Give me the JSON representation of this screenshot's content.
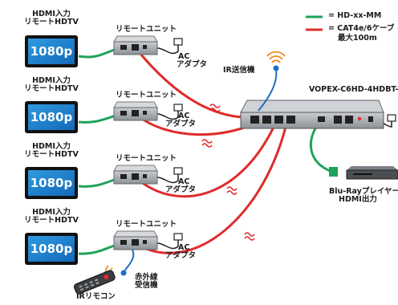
{
  "legend": {
    "green_label": "= HD-xx-MM",
    "red_label_line1": "= CAT4e/6ケーブ",
    "red_label_line2": "最大100m",
    "colors": {
      "green": "#1fa35a",
      "red": "#e02b2b"
    }
  },
  "tv": {
    "label_line1": "HDMI入力",
    "label_line2": "リモートHDTV",
    "resolution": "1080p"
  },
  "remote_unit_label": "リモートユニット",
  "ac_adapter_label_line1": "AC",
  "ac_adapter_label_line2": "アダプタ",
  "ir_transmitter_label": "IR送信機",
  "main_unit_label": "VOPEX-C6HD-4HDBT-",
  "bluray_label_line1": "Blu-Rayプレイヤー",
  "bluray_label_line2": "HDMI出力",
  "ir_receiver_label_line1": "赤外線",
  "ir_receiver_label_line2": "受信機",
  "ir_remote_label": "IRリモコン"
}
